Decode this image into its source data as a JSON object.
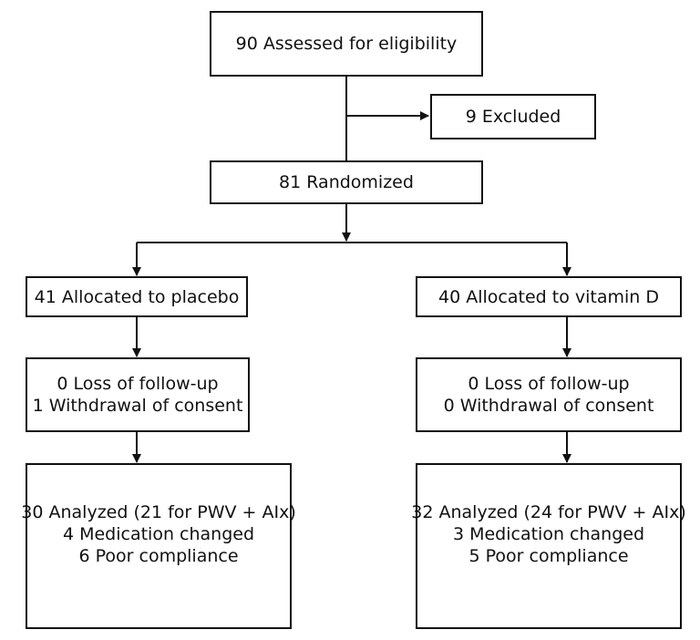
{
  "boxes": {
    "assessed": "90 Assessed for eligibility",
    "excluded": "9 Excluded",
    "randomized": "81 Randomized",
    "placebo_alloc": "41 Allocated to placebo",
    "vitd_alloc": "40 Allocated to vitamin D",
    "placebo_followup": [
      "0 Loss of follow-up",
      "1 Withdrawal of consent"
    ],
    "vitd_followup": [
      "0 Loss of follow-up",
      "0 Withdrawal of consent"
    ],
    "placebo_analysis": [
      "30 Analyzed (21 for PWV + AIx)",
      "4 Medication changed",
      "6 Poor compliance"
    ],
    "vitd_analysis": [
      "32 Analyzed (24 for PWV + AIx)",
      "3 Medication changed",
      "5 Poor compliance"
    ]
  }
}
